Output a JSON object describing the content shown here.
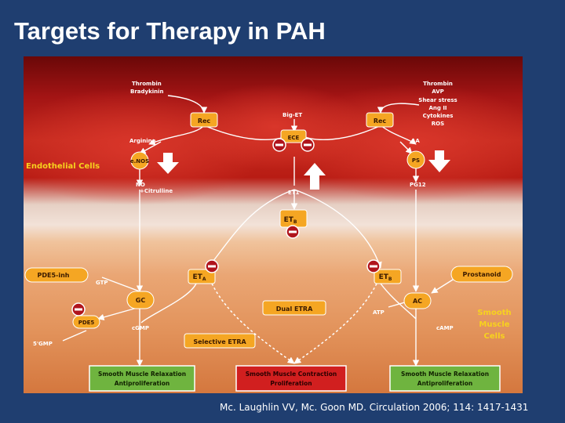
{
  "slide": {
    "title": "Targets for Therapy in PAH",
    "citation": "Mc. Laughlin VV, Mc. Goon MD. Circulation 2006; 114: 1417-1431"
  },
  "diagram": {
    "colors": {
      "slide_background": "#1f3e70",
      "orange_box": "#f5a623",
      "green_box": "#6fb43f",
      "red_box": "#d11f1f",
      "inhibit_symbol": "#b0141c",
      "region_label": "#f7d21e"
    },
    "regions": {
      "endothelial": "Endothelial Cells",
      "smooth_muscle_1": "Smooth",
      "smooth_muscle_2": "Muscle",
      "smooth_muscle_3": "Cells"
    },
    "left_stimuli": {
      "line1": "Thrombin",
      "line2": "Bradykinin"
    },
    "right_stimuli": {
      "line1": "Thrombin",
      "line2": "AVP",
      "line3": "Shear stress",
      "line4": "Ang II",
      "line5": "Cytokines",
      "line6": "ROS"
    },
    "labels": {
      "big_et": "Big-ET",
      "arginine": "Arginine",
      "aa": "AA",
      "no": "NO",
      "citrulline": "+Citrulline",
      "et1": "ET1",
      "pg12": "PG12",
      "gtp": "GTP",
      "cgmp": "cGMP",
      "five_gmp": "5'GMP",
      "atp": "ATP",
      "camp": "cAMP"
    },
    "boxes": {
      "rec_left": "Rec",
      "rec_right": "Rec",
      "ece": "ECE",
      "enos": "e.NOS",
      "ps": "PS",
      "et_b_main": "ET",
      "et_b_main_sub": "B",
      "pde5_inh": "PDE5-inh",
      "et_a": "ET",
      "et_a_sub": "A",
      "et_b_right": "ET",
      "et_b_right_sub": "B",
      "prostanoid": "Prostanoid",
      "gc": "GC",
      "pde5": "PDE5",
      "dual_etra": "Dual ETRA",
      "ac": "AC",
      "selective_etra": "Selective ETRA"
    },
    "outcomes": {
      "left_line1": "Smooth Muscle Relaxation",
      "left_line2": "Antiproliferation",
      "center_line1": "Smooth Muscle Contraction",
      "center_line2": "Proliferation",
      "right_line1": "Smooth Muscle Relaxation",
      "right_line2": "Antiproliferation"
    }
  }
}
